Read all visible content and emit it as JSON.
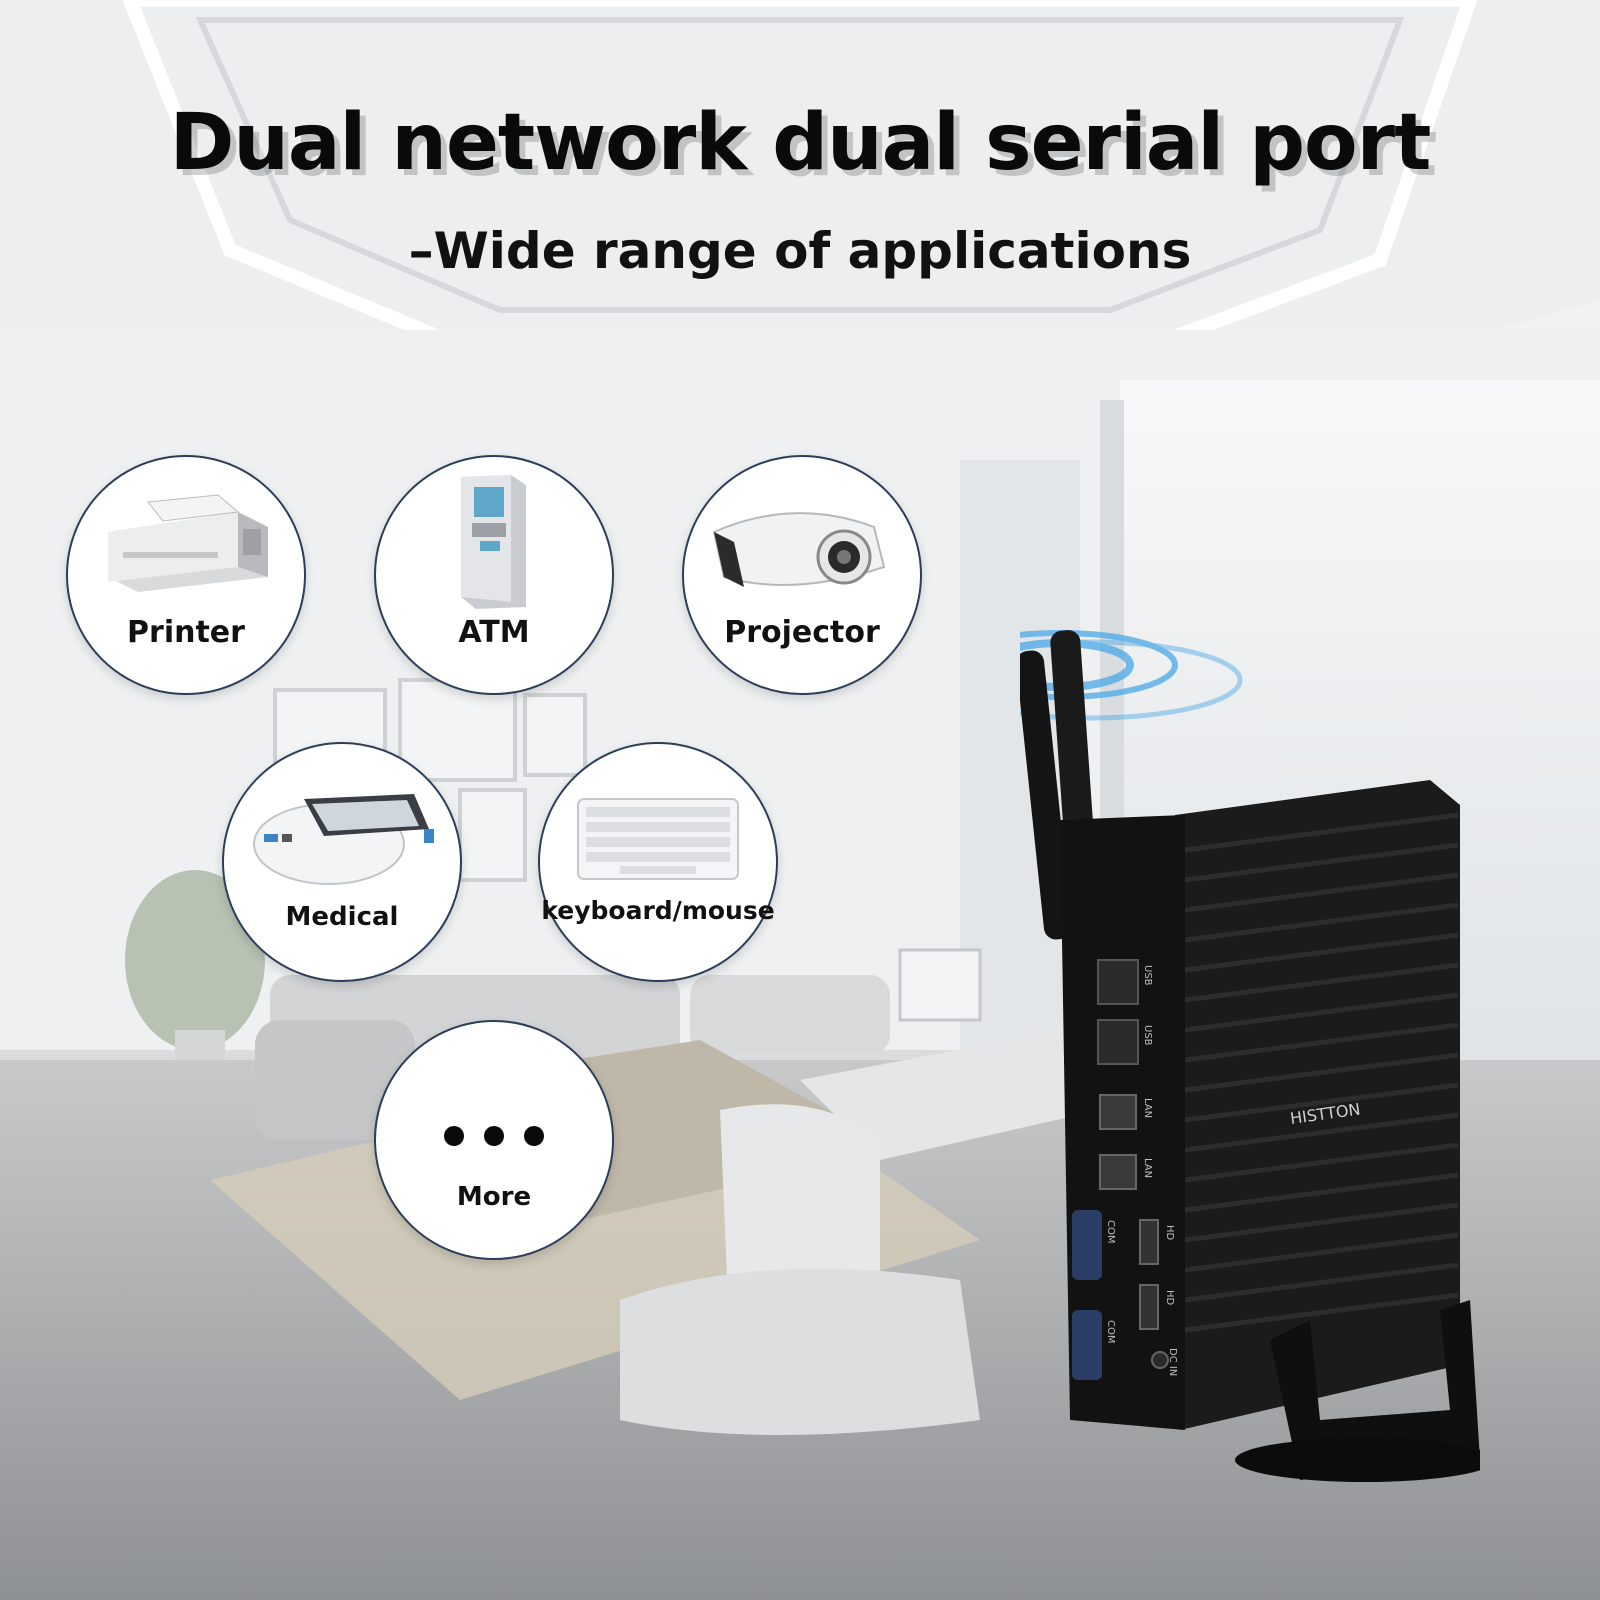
{
  "headline": "Dual network dual serial port",
  "subline": "–Wide range of applications",
  "applications": [
    {
      "label": "Printer",
      "icon": "printer-icon"
    },
    {
      "label": "ATM",
      "icon": "atm-icon"
    },
    {
      "label": "Projector",
      "icon": "projector-icon"
    },
    {
      "label": "Medical",
      "icon": "medical-device-icon"
    },
    {
      "label": "keyboard/mouse",
      "icon": "keyboard-icon"
    },
    {
      "label": "More",
      "icon": "more-dots-icon"
    }
  ],
  "device": {
    "brand": "HISTTON",
    "ports": [
      "USB",
      "USB",
      "LAN",
      "LAN",
      "HD",
      "HD",
      "COM",
      "COM",
      "DC IN"
    ]
  },
  "colors": {
    "bubble_border": "#2d3e5a",
    "device_body": "#121212",
    "wifi_glow": "#4aa8e8"
  }
}
